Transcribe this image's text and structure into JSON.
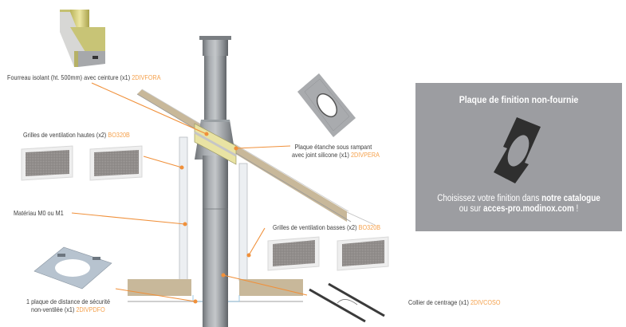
{
  "colors": {
    "accent_orange": "#f5a04a",
    "label_text": "#3c3c3c",
    "panel_bg": "#9c9da1",
    "panel_text": "#ffffff",
    "insulation": "#c8b89a",
    "pipe": "#8e9296",
    "sleeve_yellow": "#d9d08a"
  },
  "labels": {
    "fourreau": {
      "text": "Fourreau isolant (ht. 500mm) avec ceinture (x1)",
      "ref": "2DIVFORA"
    },
    "grilles_hautes": {
      "text": "Grilles de ventilation hautes (x2)",
      "ref": "BO320B"
    },
    "plaque_etanche": {
      "line1": "Plaque étanche sous rampant",
      "line2": "avec joint silicone (x1)",
      "ref": "2DIVPERA"
    },
    "materiau": {
      "text": "Matériau M0 ou M1"
    },
    "grilles_basses": {
      "text": "Grilles de ventilation basses (x2)",
      "ref": "BO320B"
    },
    "plaque_distance": {
      "line1": "1 plaque de distance de sécurité",
      "line2": "non-ventilée (x1)",
      "ref": "2DIVPDFO"
    },
    "collier": {
      "text": "Collier de centrage  (x1)",
      "ref": "2DIVCOSO"
    }
  },
  "panel": {
    "title": "Plaque de finition non-fournie",
    "text_line1_prefix": "Choisissez votre finition dans ",
    "text_line1_bold": "notre catalogue",
    "text_line2_prefix": "ou sur ",
    "text_line2_bold": "acces-pro.modinox.com",
    "text_line2_suffix": " !"
  },
  "icons": {
    "fourreau_image": "insulated-sleeve-3d",
    "plaque_image": "sealing-plate-3d",
    "grille_image": "ventilation-grille",
    "distance_plate_image": "safety-distance-plate-3d",
    "collier_image": "centering-collar",
    "finition_image": "finishing-plate-silhouette"
  }
}
